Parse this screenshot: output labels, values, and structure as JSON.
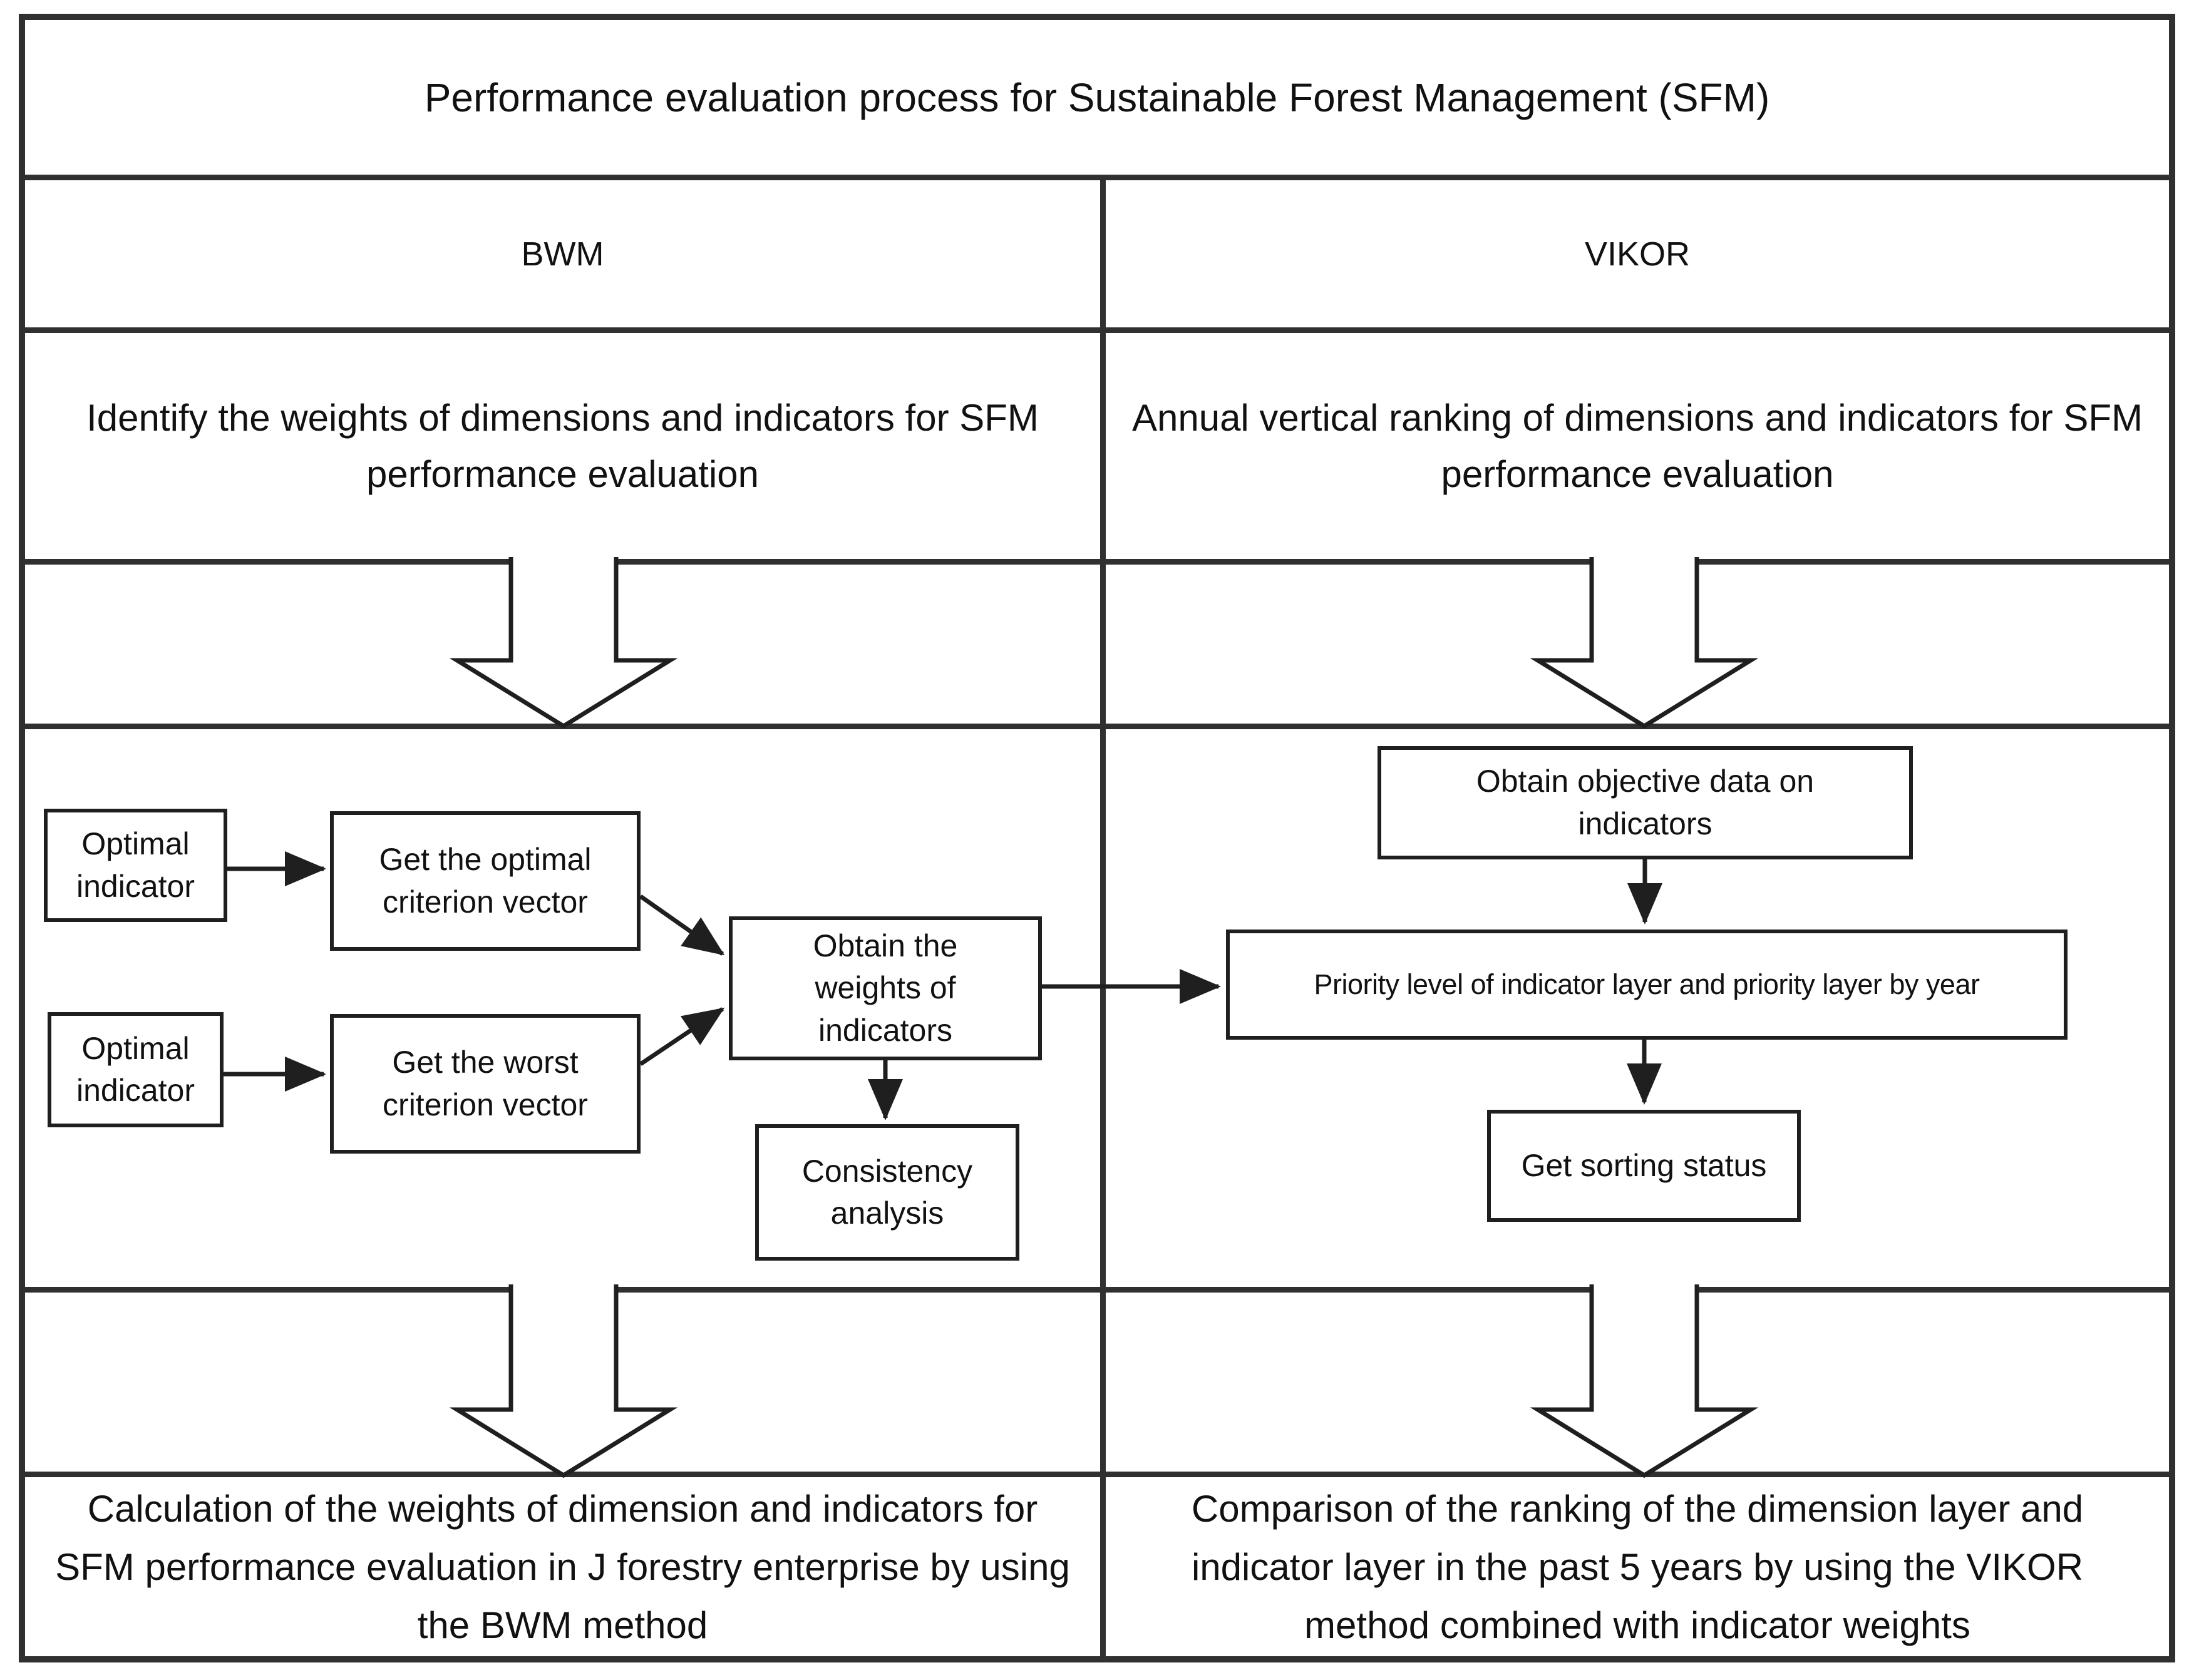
{
  "title": "Performance evaluation process for Sustainable Forest Management (SFM)",
  "columns": [
    {
      "header": "BWM",
      "description": "Identify the weights of dimensions and indicators for SFM performance evaluation",
      "conclusion": "Calculation of the weights of dimension and indicators for SFM performance evaluation in J forestry enterprise by using the BWM method"
    },
    {
      "header": "VIKOR",
      "description": "Annual vertical ranking of dimensions and indicators for SFM performance evaluation",
      "conclusion": "Comparison of the ranking of the dimension layer and indicator layer in the past 5 years by using the VIKOR method combined with indicator weights"
    }
  ],
  "bwm_flow": {
    "optimal_indicator_top": "Optimal indicator",
    "get_optimal_vector": "Get the optimal criterion vector",
    "optimal_indicator_bottom": "Optimal indicator",
    "get_worst_vector": "Get the worst criterion vector",
    "obtain_weights": "Obtain the weights of indicators",
    "consistency": "Consistency analysis"
  },
  "vikor_flow": {
    "obtain_data": "Obtain objective data on indicators",
    "priority_level": "Priority level of indicator layer and priority layer by year",
    "sorting_status": "Get sorting status"
  },
  "colors": {
    "grid_line": "#303030",
    "box_border": "#1f1f1f",
    "connector": "#1f1f1f",
    "background": "#ffffff",
    "text": "#111111"
  }
}
